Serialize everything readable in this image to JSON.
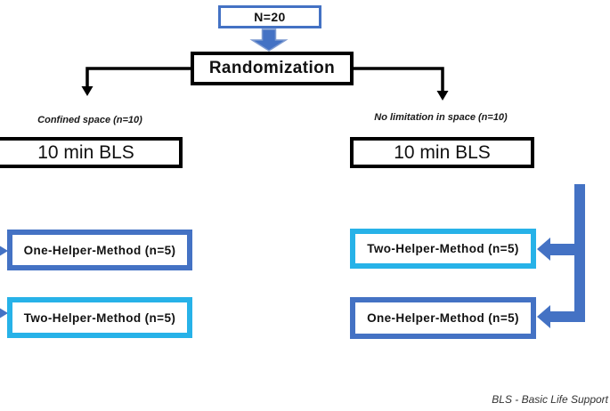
{
  "colors": {
    "blue": "#4472C4",
    "cyan": "#27B2E8",
    "line": "#000000"
  },
  "flowchart": {
    "total": {
      "label": "N=20"
    },
    "randomization": {
      "label": "Randomization"
    },
    "branches": {
      "left": {
        "condition": "Confined space (n=10)",
        "bls_label": "10 min BLS",
        "methods": [
          {
            "label": "One-Helper-Method (n=5)",
            "border": "blue"
          },
          {
            "label": "Two-Helper-Method (n=5)",
            "border": "cyan"
          }
        ]
      },
      "right": {
        "condition": "No limitation in space (n=10)",
        "bls_label": "10 min BLS",
        "methods": [
          {
            "label": "Two-Helper-Method (n=5)",
            "border": "cyan"
          },
          {
            "label": "One-Helper-Method (n=5)",
            "border": "blue"
          }
        ]
      }
    },
    "footnote": "BLS - Basic Life Support"
  }
}
